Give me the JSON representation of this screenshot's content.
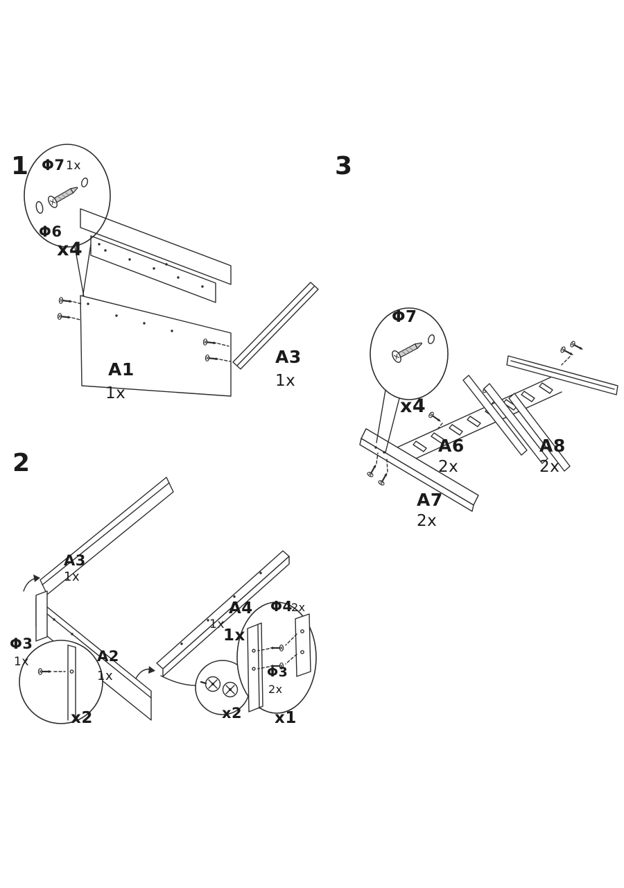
{
  "colors": {
    "background": "#ffffff",
    "line": "#2b2b2b",
    "screw_fill": "#cfcfcf"
  },
  "steps": {
    "s1": {
      "number": "1",
      "phi7": "Φ7",
      "phi7_qty": "1x",
      "phi6": "Φ6",
      "multiplier": "x4",
      "a1": "A1",
      "a1_qty": "1x",
      "a3": "A3",
      "a3_qty": "1x"
    },
    "s2": {
      "number": "2",
      "a3": "A3",
      "a3_qty": "1x",
      "a2": "A2",
      "a2_qty": "1x",
      "a4": "A4",
      "a4_qty": "1x",
      "assembly_qty": "1x",
      "phi3_left": "Φ3",
      "phi3_left_qty": "1x",
      "left_multiplier": "x2",
      "mid_multiplier": "x2",
      "phi4": "Φ4",
      "phi4_qty": "2x",
      "phi3_right": "Φ3",
      "phi3_right_qty": "2x",
      "right_multiplier": "x1"
    },
    "s3": {
      "number": "3",
      "phi7": "Φ7",
      "multiplier": "x4",
      "a6": "A6",
      "a6_qty": "2x",
      "a8": "A8",
      "a8_qty": "2x",
      "a7": "A7",
      "a7_qty": "2x"
    }
  }
}
